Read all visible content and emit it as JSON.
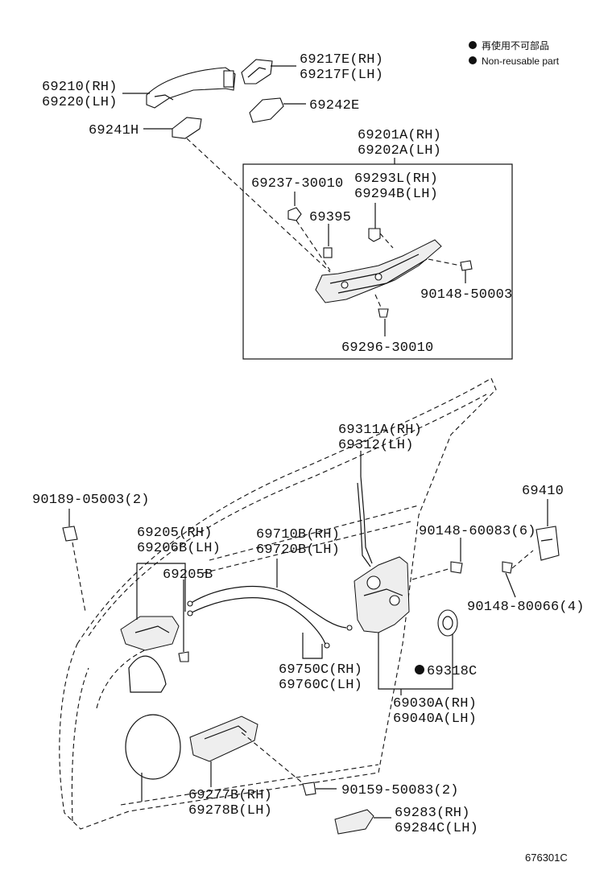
{
  "legend": {
    "reusable_jp": "再使用不可部品",
    "reusable_en": "Non-reusable part"
  },
  "labels": {
    "p69210": "69210(RH)",
    "p69220": "69220(LH)",
    "p69217e": "69217E(RH)",
    "p69217f": "69217F(LH)",
    "p69242e": "69242E",
    "p69241h": "69241H",
    "p69201a": "69201A(RH)",
    "p69202a": "69202A(LH)",
    "p69237": "69237-30010",
    "p69293l": "69293L(RH)",
    "p69294b": "69294B(LH)",
    "p69395": "69395",
    "p90148_50003": "90148-50003",
    "p69296": "69296-30010",
    "p69311a": "69311A(RH)",
    "p69312": "69312(LH)",
    "p69410": "69410",
    "p90189": "90189-05003(2)",
    "p69205": "69205(RH)",
    "p69206b": "69206B(LH)",
    "p69205b": "69205B",
    "p69710b": "69710B(RH)",
    "p69720b": "69720B(LH)",
    "p90148_60083": "90148-60083(6)",
    "p90148_80066": "90148-80066(4)",
    "p69750c": "69750C(RH)",
    "p69760c": "69760C(LH)",
    "p69318c": "69318C",
    "p69030a": "69030A(RH)",
    "p69040a": "69040A(LH)",
    "p69277b": "69277B(RH)",
    "p69278b": "69278B(LH)",
    "p90159": "90159-50083(2)",
    "p69283": "69283(RH)",
    "p69284c": "69284C(LH)",
    "code": "676301C"
  }
}
